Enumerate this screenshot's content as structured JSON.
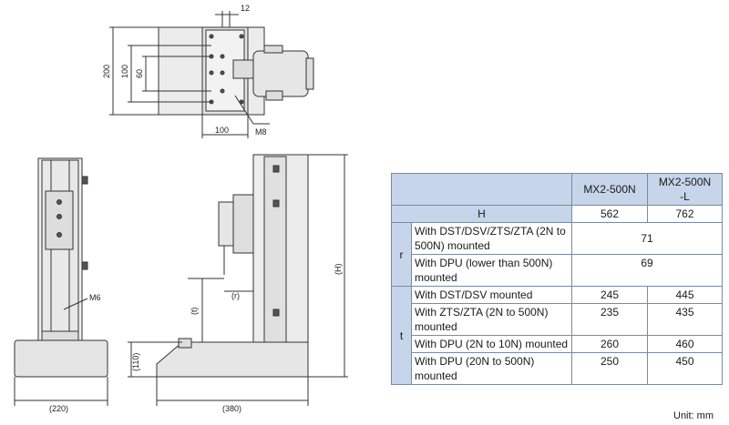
{
  "dimensions": {
    "top_width_12": "12",
    "top_height_200": "200",
    "top_height_100": "100",
    "top_height_60": "60",
    "top_width_100": "100",
    "top_thread": "M8",
    "front_thread": "M6",
    "front_width": "(220)",
    "side_depth": "(380)",
    "side_base_height": "(110)",
    "side_t": "(t)",
    "side_r": "(r)",
    "side_H": "(H)"
  },
  "table": {
    "headers": [
      "MX2-500N",
      "MX2-500N\n-L"
    ],
    "h_row": {
      "label": "H",
      "values": [
        "562",
        "762"
      ]
    },
    "r_group": {
      "label": "r",
      "rows": [
        {
          "label": "With DST/DSV/ZTS/ZTA (2N to 500N) mounted",
          "value": "71"
        },
        {
          "label": "With DPU (lower than 500N) mounted",
          "value": "69"
        }
      ]
    },
    "t_group": {
      "label": "t",
      "rows": [
        {
          "label": "With DST/DSV mounted",
          "values": [
            "245",
            "445"
          ]
        },
        {
          "label": "With ZTS/ZTA (2N to 500N) mounted",
          "values": [
            "235",
            "435"
          ]
        },
        {
          "label": "With DPU (2N to 10N) mounted",
          "values": [
            "260",
            "460"
          ]
        },
        {
          "label": "With DPU (20N to 500N) mounted",
          "values": [
            "250",
            "450"
          ]
        }
      ]
    }
  },
  "unit_note": "Unit: mm",
  "colors": {
    "table_header": "#c7d5ea",
    "table_border": "#7a8aa0"
  }
}
